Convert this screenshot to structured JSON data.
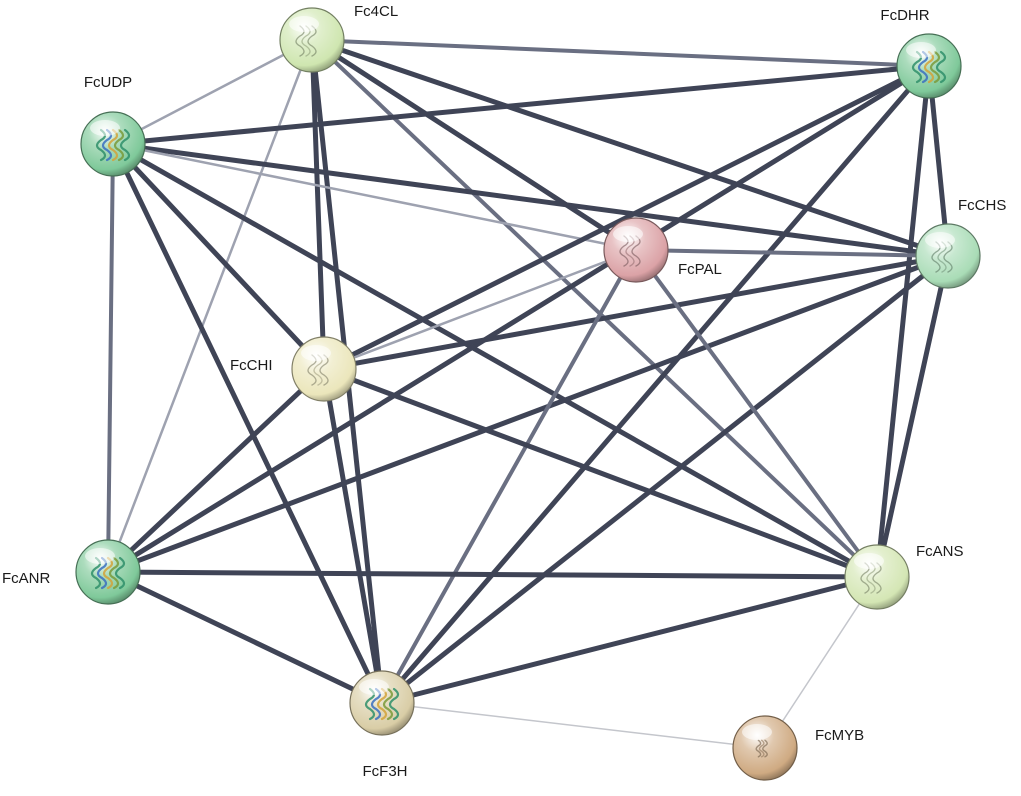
{
  "nodes": [
    {
      "id": "FcUDP",
      "label": "FcUDP",
      "color": "#7fc99a",
      "structure": "ribbon-multicolor"
    },
    {
      "id": "Fc4CL",
      "label": "Fc4CL",
      "color": "#cfe6b0",
      "structure": "ribbon-faint"
    },
    {
      "id": "FcDHR",
      "label": "FcDHR",
      "color": "#7fc99a",
      "structure": "ribbon-multicolor"
    },
    {
      "id": "FcCHS",
      "label": "FcCHS",
      "color": "#a9dcb6",
      "structure": "ribbon-faint"
    },
    {
      "id": "FcPAL",
      "label": "FcPAL",
      "color": "#dba2a6",
      "structure": "ribbon-faint"
    },
    {
      "id": "FcCHI",
      "label": "FcCHI",
      "color": "#ebe6bb",
      "structure": "ribbon-faint"
    },
    {
      "id": "FcANR",
      "label": "FcANR",
      "color": "#7fc99a",
      "structure": "ribbon-multicolor"
    },
    {
      "id": "FcANS",
      "label": "FcANS",
      "color": "#d4e6b4",
      "structure": "ribbon-faint"
    },
    {
      "id": "FcF3H",
      "label": "FcF3H",
      "color": "#d9cda6",
      "structure": "ribbon-multicolor"
    },
    {
      "id": "FcMYB",
      "label": "FcMYB",
      "color": "#cfaa82",
      "structure": "ribbon-small"
    }
  ],
  "edges": [
    {
      "source": "Fc4CL",
      "target": "FcDHR",
      "strength": "medium"
    },
    {
      "source": "Fc4CL",
      "target": "FcUDP",
      "strength": "weak"
    },
    {
      "source": "Fc4CL",
      "target": "FcANR",
      "strength": "weak"
    },
    {
      "source": "Fc4CL",
      "target": "FcCHI",
      "strength": "strong"
    },
    {
      "source": "Fc4CL",
      "target": "FcF3H",
      "strength": "strong"
    },
    {
      "source": "Fc4CL",
      "target": "FcCHS",
      "strength": "strong"
    },
    {
      "source": "Fc4CL",
      "target": "FcPAL",
      "strength": "strong"
    },
    {
      "source": "Fc4CL",
      "target": "FcANS",
      "strength": "medium"
    },
    {
      "source": "FcUDP",
      "target": "FcDHR",
      "strength": "strong"
    },
    {
      "source": "FcUDP",
      "target": "FcCHS",
      "strength": "strong"
    },
    {
      "source": "FcUDP",
      "target": "FcPAL",
      "strength": "weak"
    },
    {
      "source": "FcUDP",
      "target": "FcCHI",
      "strength": "strong"
    },
    {
      "source": "FcUDP",
      "target": "FcANR",
      "strength": "medium"
    },
    {
      "source": "FcUDP",
      "target": "FcF3H",
      "strength": "strong"
    },
    {
      "source": "FcUDP",
      "target": "FcANS",
      "strength": "strong"
    },
    {
      "source": "FcDHR",
      "target": "FcCHS",
      "strength": "strong"
    },
    {
      "source": "FcDHR",
      "target": "FcCHI",
      "strength": "strong"
    },
    {
      "source": "FcDHR",
      "target": "FcANR",
      "strength": "strong"
    },
    {
      "source": "FcDHR",
      "target": "FcF3H",
      "strength": "strong"
    },
    {
      "source": "FcDHR",
      "target": "FcANS",
      "strength": "strong"
    },
    {
      "source": "FcCHS",
      "target": "FcPAL",
      "strength": "medium"
    },
    {
      "source": "FcCHS",
      "target": "FcCHI",
      "strength": "strong"
    },
    {
      "source": "FcCHS",
      "target": "FcANR",
      "strength": "strong"
    },
    {
      "source": "FcCHS",
      "target": "FcF3H",
      "strength": "strong"
    },
    {
      "source": "FcCHS",
      "target": "FcANS",
      "strength": "strong"
    },
    {
      "source": "FcPAL",
      "target": "FcCHI",
      "strength": "weak"
    },
    {
      "source": "FcPAL",
      "target": "FcF3H",
      "strength": "medium"
    },
    {
      "source": "FcPAL",
      "target": "FcANS",
      "strength": "medium"
    },
    {
      "source": "FcCHI",
      "target": "FcANR",
      "strength": "strong"
    },
    {
      "source": "FcCHI",
      "target": "FcF3H",
      "strength": "strong"
    },
    {
      "source": "FcCHI",
      "target": "FcANS",
      "strength": "strong"
    },
    {
      "source": "FcANR",
      "target": "FcANS",
      "strength": "strong"
    },
    {
      "source": "FcANR",
      "target": "FcF3H",
      "strength": "strong"
    },
    {
      "source": "FcF3H",
      "target": "FcANS",
      "strength": "strong"
    },
    {
      "source": "FcF3H",
      "target": "FcMYB",
      "strength": "faint"
    },
    {
      "source": "FcANS",
      "target": "FcMYB",
      "strength": "faint"
    }
  ],
  "edge_colors": {
    "strong": "#3f4456",
    "medium": "#6a6f82",
    "weak": "#9ea2b0",
    "faint": "#c4c6cc"
  }
}
